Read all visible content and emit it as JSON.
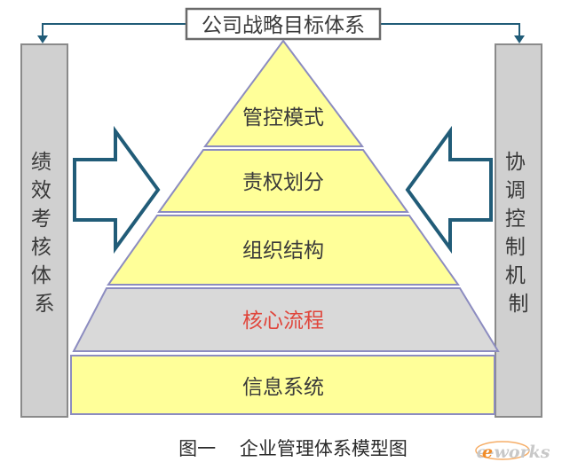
{
  "top_label": "公司战略目标体系",
  "left_bar_label": "绩效考核体系",
  "right_bar_label": "协调控制机制",
  "layers": [
    {
      "label": "管控模式",
      "highlight": false
    },
    {
      "label": "责权划分",
      "highlight": false
    },
    {
      "label": "组织结构",
      "highlight": false
    },
    {
      "label": "核心流程",
      "highlight": true
    },
    {
      "label": "信息系统",
      "highlight": false
    }
  ],
  "caption": "图一    企业管理体系模型图",
  "watermark": "e-works",
  "colors": {
    "yellow_fill": "#ffff99",
    "gray_fill": "#d9d9d9",
    "side_bar_fill": "#d0d0d0",
    "outline_blue": "#8c8cc0",
    "arrow_teal": "#215c78",
    "highlight_text": "#e0463c",
    "watermark_orange": "#f28c28"
  }
}
